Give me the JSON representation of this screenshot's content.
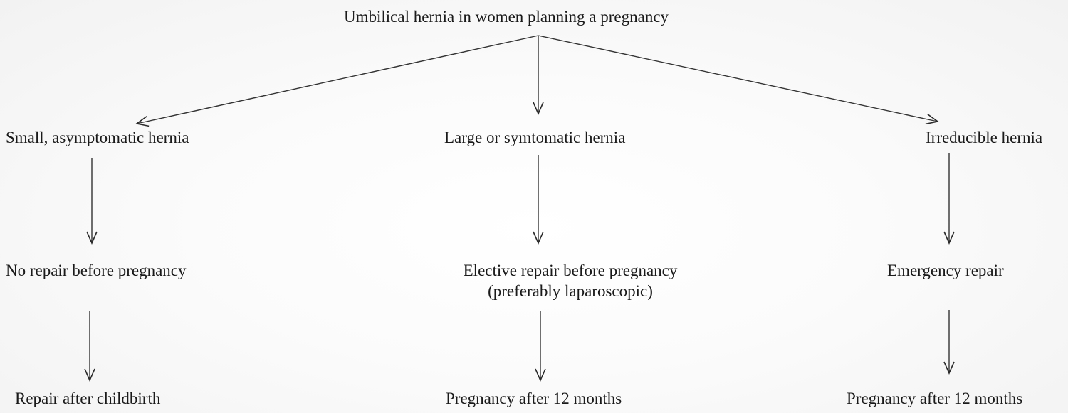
{
  "flowchart": {
    "root": "Umbilical hernia in women planning a pregnancy",
    "branches": [
      {
        "condition": "Small, asymptomatic hernia",
        "management": [
          "No repair before pregnancy"
        ],
        "outcome": "Repair after childbirth"
      },
      {
        "condition": "Large or symtomatic hernia",
        "management": [
          "Elective repair before pregnancy",
          "(preferably laparoscopic)"
        ],
        "outcome": "Pregnancy after 12 months"
      },
      {
        "condition": "Irreducible hernia",
        "management": [
          "Emergency repair"
        ],
        "outcome": "Pregnancy after 12 months"
      }
    ]
  }
}
